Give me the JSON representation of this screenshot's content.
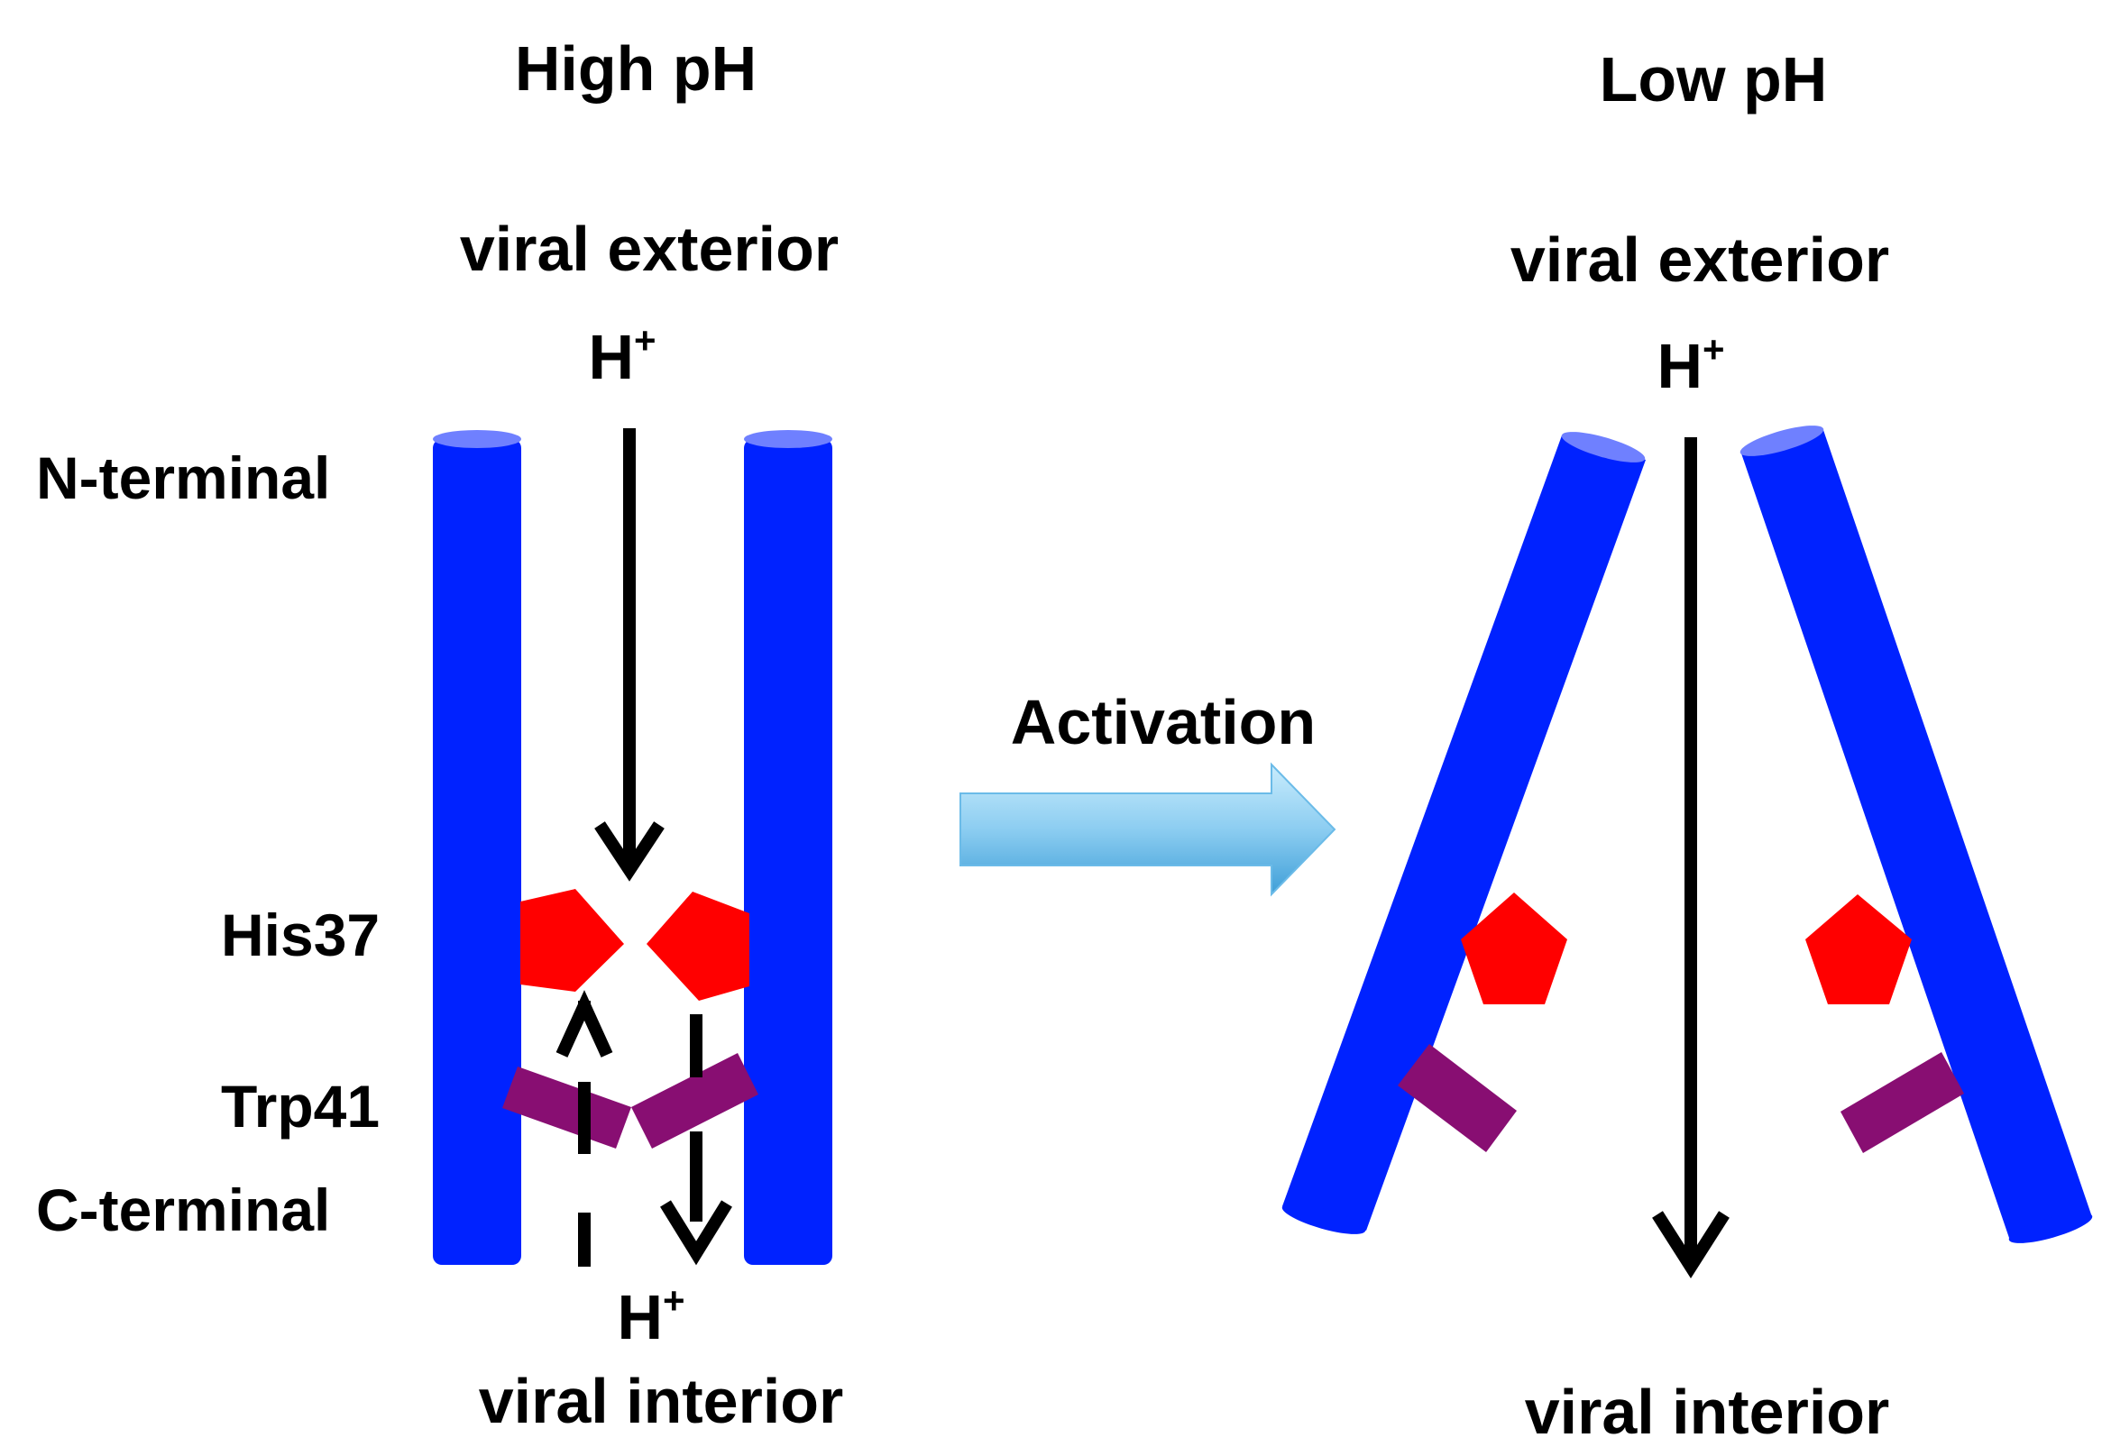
{
  "left_panel": {
    "title": "High pH",
    "exterior_label": "viral exterior",
    "proton_top": "H",
    "proton_bottom": "H",
    "interior_label": "viral interior",
    "labels": {
      "n_terminal": "N-terminal",
      "his37": "His37",
      "trp41": "Trp41",
      "c_terminal": "C-terminal"
    }
  },
  "transition": {
    "label": "Activation"
  },
  "right_panel": {
    "title": "Low pH",
    "exterior_label": "viral exterior",
    "proton_top": "H",
    "interior_label": "viral interior"
  },
  "proton_charge": "+",
  "colors": {
    "helix": "#0022ff",
    "helix_top": "#6f80ff",
    "his37": "#ff0000",
    "trp41": "#880e72",
    "arrow": "#000000",
    "activation_arrow_light": "#a8dcf7",
    "activation_arrow_dark": "#4fb0e6"
  }
}
